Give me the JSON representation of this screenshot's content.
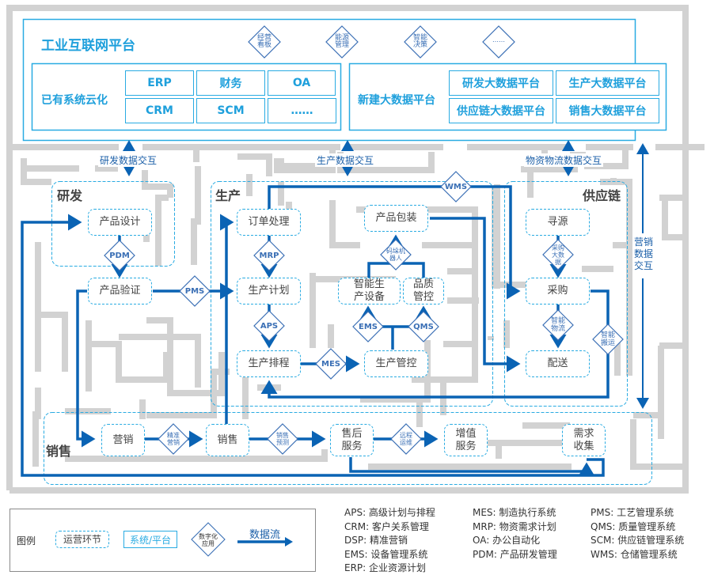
{
  "platform": {
    "title": "工业互联网平台",
    "apps": [
      "经营看板",
      "能源管理",
      "智能决策",
      "……"
    ],
    "existing": {
      "label": "已有系统云化",
      "cells": [
        "ERP",
        "财务",
        "OA",
        "CRM",
        "SCM",
        "……"
      ]
    },
    "bigdata": {
      "label": "新建大数据平台",
      "cells": [
        "研发大数据平台",
        "生产大数据平台",
        "供应链大数据平台",
        "销售大数据平台"
      ]
    }
  },
  "interactions": {
    "rd": "研发数据交互",
    "production": "生产数据交互",
    "supply": "物资物流数据交互",
    "marketing": "营销数据交互"
  },
  "sections": {
    "rd": {
      "title": "研发",
      "nodes": {
        "design": "产品设计",
        "verify": "产品验证"
      },
      "apps": {
        "pdm": "PDM"
      }
    },
    "production": {
      "title": "生产",
      "nodes": {
        "order": "订单处理",
        "plan": "生产计划",
        "schedule": "生产排程",
        "control": "生产管控",
        "packaging": "产品包装",
        "equipment": "智能生产设备",
        "quality": "品质管控"
      },
      "apps": {
        "mrp": "MRP",
        "aps": "APS",
        "mes": "MES",
        "ems": "EMS",
        "qms": "QMS",
        "robot": "码垛机器人",
        "wms": "WMS",
        "pms": "PMS"
      }
    },
    "supply": {
      "title": "供应链",
      "nodes": {
        "sourcing": "寻源",
        "purchase": "采购",
        "delivery": "配送"
      },
      "apps": {
        "procurement_data": "采购大数据",
        "logistics": "智能物流",
        "handling": "智能搬运"
      }
    },
    "sales": {
      "title": "销售",
      "nodes": {
        "marketing": "营销",
        "sales": "销售",
        "aftersales": "售后服务",
        "valueadded": "增值服务",
        "demand": "需求收集"
      },
      "apps": {
        "dsp": "精准营销",
        "forecast": "销售预测",
        "remote": "远程运维"
      }
    }
  },
  "legend": {
    "title": "图例",
    "process": "运营环节",
    "system": "系统/平台",
    "app": "数字化应用",
    "flow": "数据流"
  },
  "abbreviations": [
    [
      "APS: 高级计划与排程",
      "CRM: 客户关系管理",
      "DSP: 精准营销",
      "EMS: 设备管理系统",
      "ERP: 企业资源计划"
    ],
    [
      "MES: 制造执行系统",
      "MRP: 物资需求计划",
      "OA: 办公自动化",
      "PDM: 产品研发管理"
    ],
    [
      "PMS: 工艺管理系统",
      "QMS: 质量管理系统",
      "SCM: 供应链管理系统",
      "WMS: 仓储管理系统"
    ]
  ],
  "colors": {
    "flow": "#0a63b4",
    "platform": "#29abe2",
    "diamond": "#3a6fb5",
    "maze": "#d2d2d2"
  }
}
